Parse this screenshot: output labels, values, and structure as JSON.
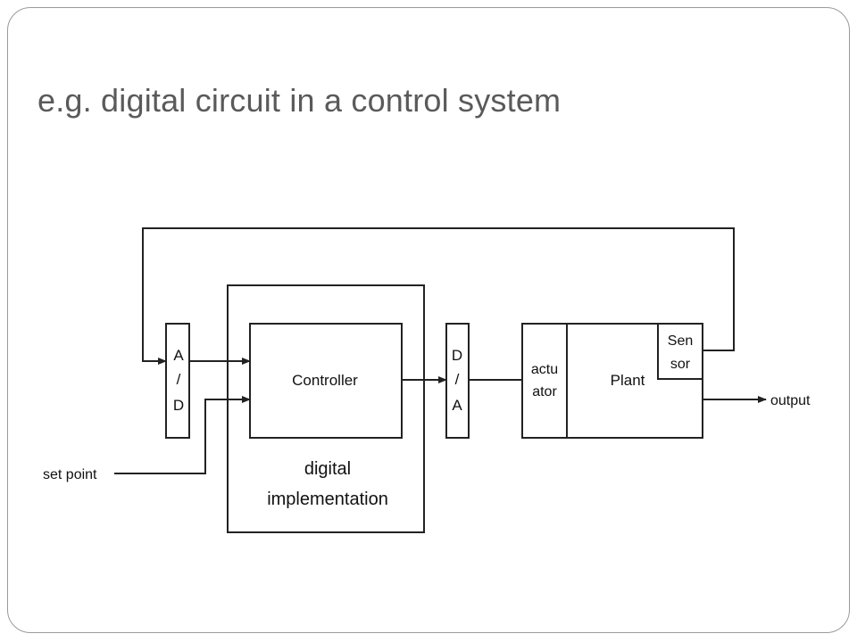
{
  "slide": {
    "title": "e.g. digital circuit in a control system"
  },
  "diagram": {
    "ad_lines": [
      "A",
      "/",
      "D"
    ],
    "da_lines": [
      "D",
      "/",
      "A"
    ],
    "controller": "Controller",
    "digital_impl_lines": [
      "digital",
      "implementation"
    ],
    "actuator_lines": [
      "actu",
      "ator"
    ],
    "plant": "Plant",
    "sensor_lines": [
      "Sen",
      "sor"
    ],
    "set_point": "set point",
    "output": "output"
  },
  "colors": {
    "title": "#5a5a5a",
    "line": "#222222",
    "frame": "#9a9a9a"
  }
}
